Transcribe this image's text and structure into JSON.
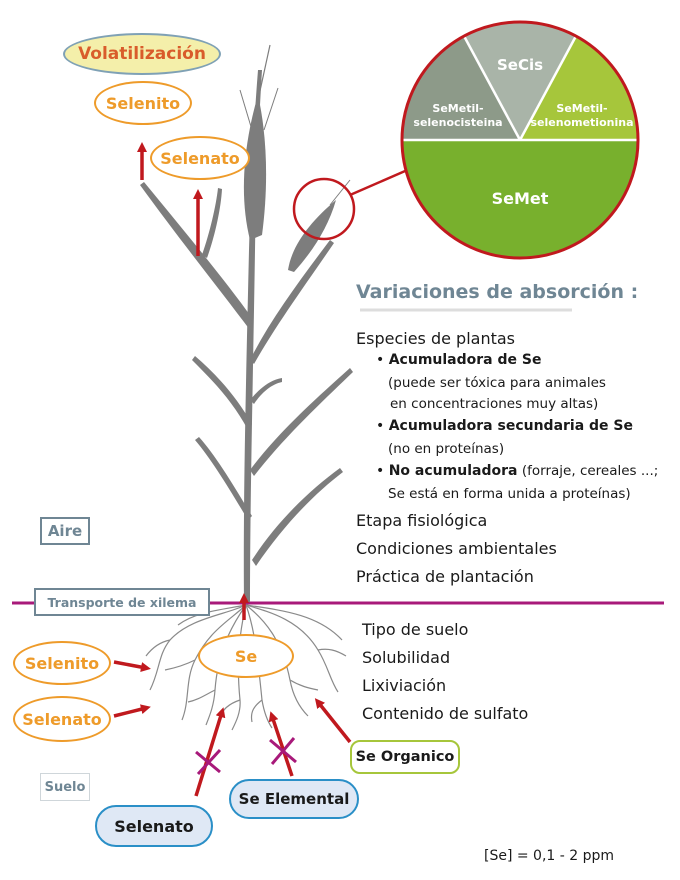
{
  "title": "Variaciones de absorción :",
  "air_label": "Aire",
  "soil_label": "Suelo",
  "xylem_label": "Transporte de xilema",
  "volatilization": "Volatilización",
  "top_selenito": "Selenito",
  "top_selenato": "Selenato",
  "root_se": "Se",
  "soil_selenito": "Selenito",
  "soil_selenato": "Selenato",
  "se_organico": "Se Organico",
  "se_elemental": "Se Elemental",
  "bottom_selenato": "Selenato",
  "concentration": "[Se] =  0,1 - 2 ppm",
  "pie": {
    "secis": "SeCis",
    "semetil_cis_1": "SeMetil-",
    "semetil_cis_2": "selenocisteina",
    "semetil_met_1": "SeMetil-",
    "semetil_met_2": "selenometionina",
    "semet": "SeMet"
  },
  "factors": {
    "plant_species": "Especies de plantas",
    "acc_title": "Acumuladora de Se",
    "acc_note1": "(puede ser tóxica para animales",
    "acc_note2": "en concentraciones muy altas)",
    "sec_title": "Acumuladora secundaria de Se",
    "sec_note": "(no en proteínas)",
    "non_title": "No acumuladora",
    "non_note1": "(forraje, cereales ...;",
    "non_note2": "Se está en forma unida a proteínas)",
    "phys": "Etapa fisiológica",
    "env": "Condiciones ambientales",
    "plant_practice": "Práctica de plantación",
    "soil_type": "Tipo de suelo",
    "solubility": "Solubilidad",
    "leaching": "Lixiviación",
    "sulfate": "Contenido de sulfato"
  },
  "colors": {
    "orange": "#ee9b2a",
    "red_arrow": "#c0191e",
    "ground_line": "#a8197a",
    "plant_gray": "#7d7d7d",
    "pie_green": "#78b02d",
    "pie_lime": "#a6c63b",
    "pie_gray": "#a9b4a8",
    "pie_darkgray": "#8d9a89",
    "label_gray": "#6f8694",
    "blue_border": "#2a8fc7"
  }
}
